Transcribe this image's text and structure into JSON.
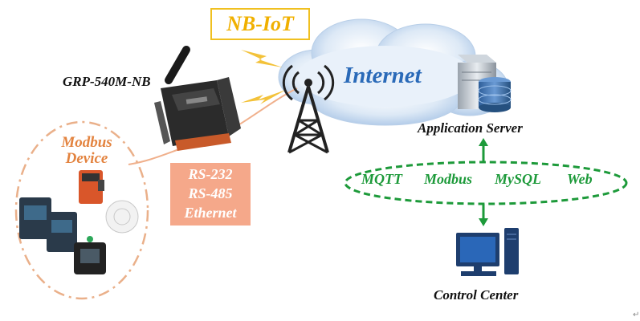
{
  "title_badge": {
    "text": "NB-IoT"
  },
  "gateway": {
    "name": "GRP-540M-NB"
  },
  "cloud": {
    "text": "Internet"
  },
  "server": {
    "label": "Application Server"
  },
  "control": {
    "label": "Control Center"
  },
  "device_group": {
    "label_line1": "Modbus",
    "label_line2": "Device"
  },
  "interfaces": [
    "RS-232",
    "RS-485",
    "Ethernet"
  ],
  "protocols": [
    "MQTT",
    "Modbus",
    "MySQL",
    "Web"
  ],
  "colors": {
    "badge_border": "#f0c020",
    "badge_text": "#f0b000",
    "cloud_text": "#2a6ab8",
    "device_label": "#e3833f",
    "interface_box": "#f5a88a",
    "protocol_green": "#1d9a3a"
  }
}
